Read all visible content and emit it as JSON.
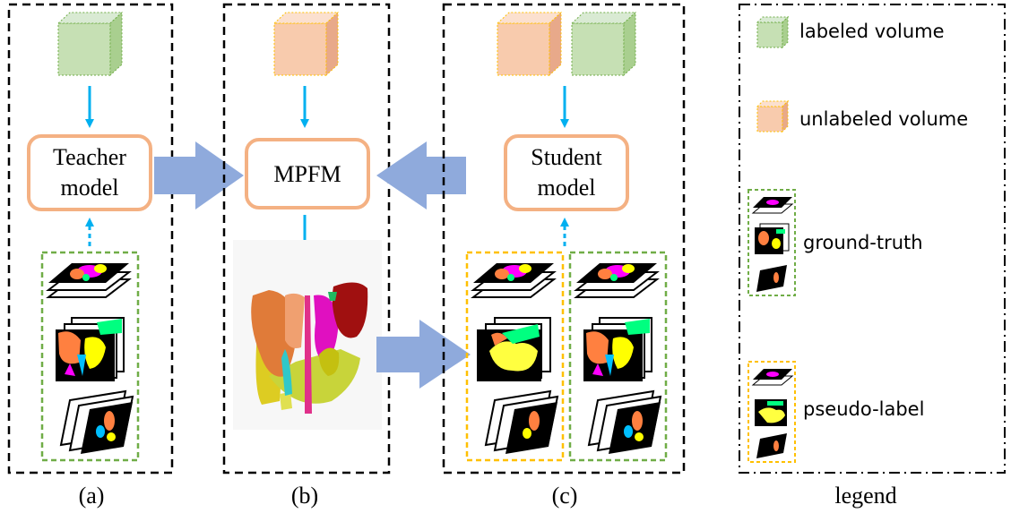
{
  "panels": {
    "a": {
      "caption": "(a)",
      "model_label_line1": "Teacher",
      "model_label_line2": "model"
    },
    "b": {
      "caption": "(b)",
      "model_label": "MPFM"
    },
    "c": {
      "caption": "(c)",
      "model_label_line1": "Student",
      "model_label_line2": "model"
    },
    "legend": {
      "caption": "legend"
    }
  },
  "legend_items": {
    "labeled": "labeled volume",
    "unlabeled": "unlabeled volume",
    "ground_truth": "ground-truth",
    "pseudo": "pseudo-label"
  },
  "colors": {
    "labeled_volume": "#c6e0b4",
    "unlabeled_volume": "#f8cbad",
    "model_box_border": "#f4b183",
    "cyan_arrow": "#00b0f0",
    "block_arrow": "#8faadc",
    "green_dash": "#70ad47",
    "orange_dash": "#ffc000"
  }
}
